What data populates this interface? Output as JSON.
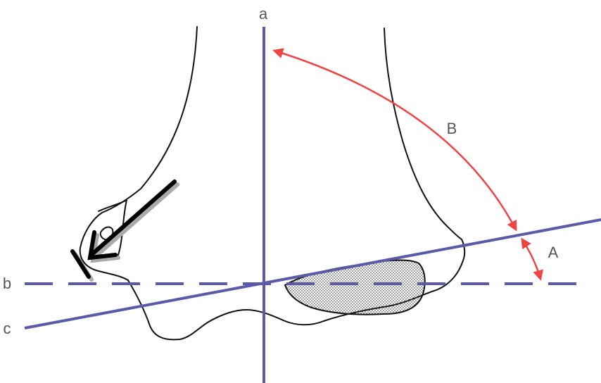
{
  "labels": {
    "axis_a": "a",
    "axis_b": "b",
    "axis_c": "c",
    "angle_A": "A",
    "angle_B": "B"
  },
  "colors": {
    "axis_line": "#5a5aa8",
    "angle_arc": "#ee4444",
    "bone_outline": "#111111",
    "arrow": "#000000",
    "arrow_shadow": "#aaaaaa",
    "label_text": "#555555"
  },
  "icons": {
    "pointer": "black-arrow-icon"
  }
}
